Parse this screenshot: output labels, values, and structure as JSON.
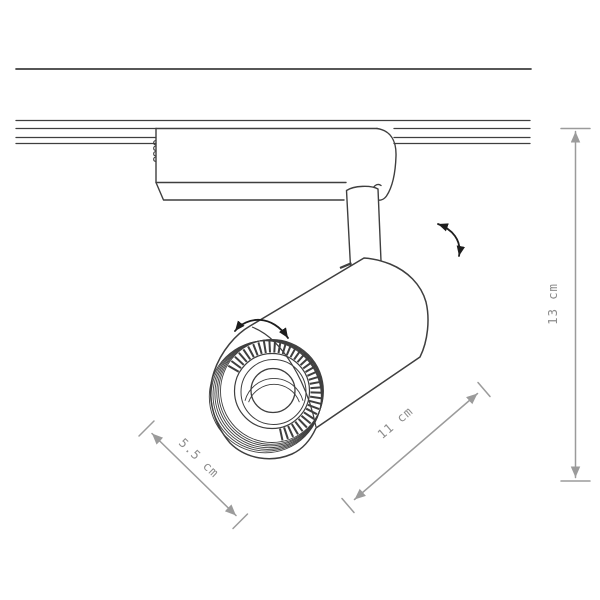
{
  "diagram": {
    "kind": "technical line drawing",
    "subject": "track-mounted spotlight with adjustable head",
    "labels": {
      "width": "5.5 cm",
      "length": "11 cm",
      "height": "13 cm"
    },
    "colors": {
      "background": "#ffffff",
      "outline": "#3f3f3f",
      "dimension": "#9b9b9b",
      "dimension_text": "#8c8c8c",
      "rotation_arrow": "#1d1d1d"
    },
    "icons": [
      "tilt-rotation-arrow-icon",
      "ring-rotation-arrow-icon",
      "dimension-arrow-icon"
    ]
  }
}
